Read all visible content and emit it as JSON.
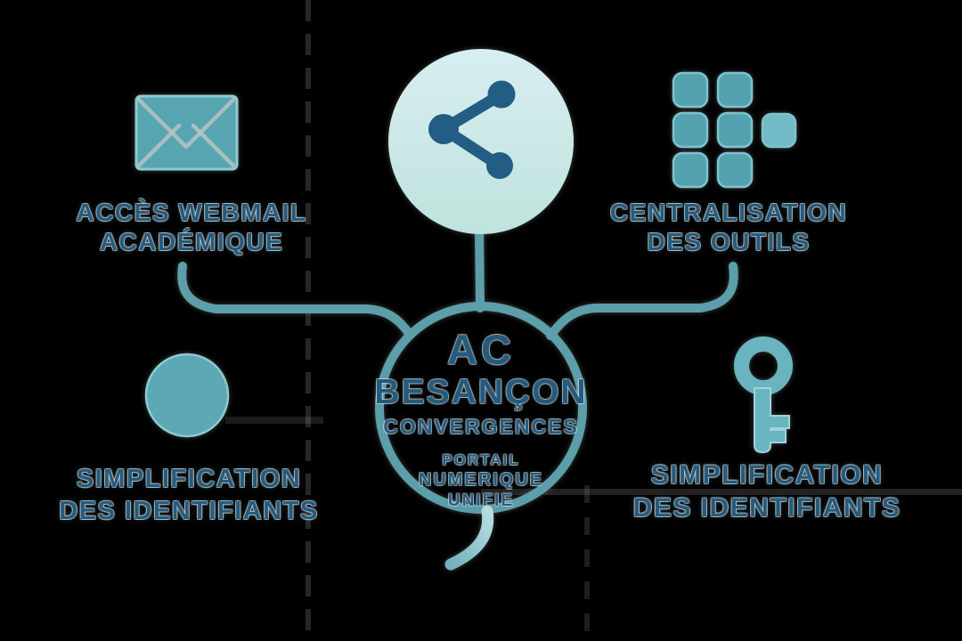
{
  "title": "AC Besançon Convergences - portail numérique unifié (infographie)",
  "background_color": "#000000",
  "colors": {
    "teal": "#58a5b2",
    "teal_light_stroke": "#8dcad2",
    "connector": "#5c9ea9",
    "dark_blue_text": "#265a7d",
    "share_icon_blue": "#245d83",
    "hub_circle_gradient_top": "#d8eef1",
    "hub_circle_gradient_bottom": "#bfe3dd",
    "key_teal": "#6ab4c0",
    "artifact_gray": "#9a9a9a"
  },
  "center": {
    "brand_line1": "AC",
    "brand_line2": "BESANÇON",
    "subtitle": "CONVERGENCES",
    "tagline_line1": "PORTAIL",
    "tagline_line2": "NUMERIQUE",
    "tagline_line3": "UNIFIE"
  },
  "hub_icon": "share-network-icon",
  "nodes": {
    "top_left": {
      "icon": "envelope-icon",
      "line1": "ACCÈS WEBMAIL",
      "line2": "ACADÉMIQUE"
    },
    "top_right": {
      "icon": "app-grid-icon",
      "line1": "CENTRALISATION",
      "line2": "DES OUTILS"
    },
    "bottom_left": {
      "icon": "circle-icon",
      "line1": "SIMPLIFICATION",
      "line2": "DES IDENTIFIANTS"
    },
    "bottom_right": {
      "icon": "key-icon",
      "line1": "SIMPLIFICATION",
      "line2": "DES IDENTIFIANTS"
    }
  }
}
